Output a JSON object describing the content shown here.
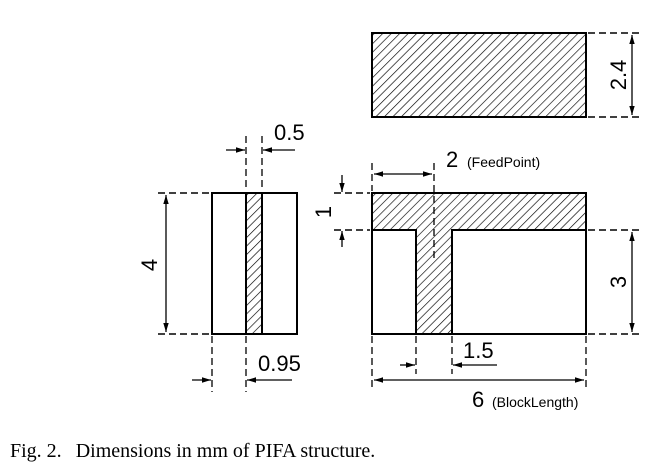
{
  "labels": {
    "d_2_4": "2.4",
    "d_0_5": "0.5",
    "d_2": "2",
    "feedpoint": "(FeedPoint)",
    "d_1": "1",
    "d_4": "4",
    "d_3": "3",
    "d_0_95": "0.95",
    "d_1_5": "1.5",
    "d_6": "6",
    "blocklength": "(BlockLength)"
  },
  "caption": {
    "number": "Fig. 2.",
    "text": "Dimensions in mm of PIFA structure."
  }
}
